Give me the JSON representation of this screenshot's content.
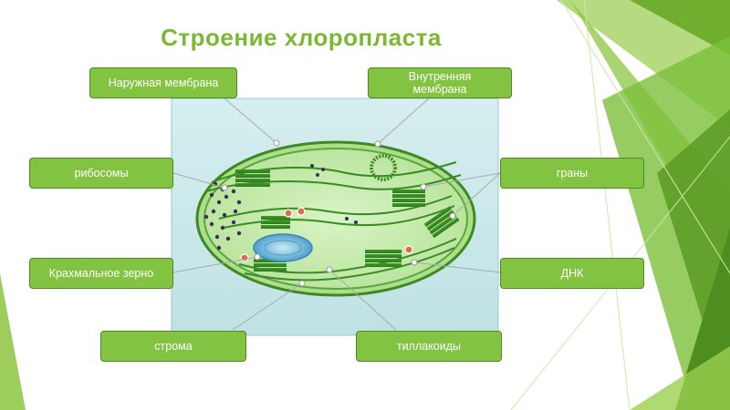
{
  "slide": {
    "title": "Строение хлоропласта"
  },
  "labels": {
    "outer_membrane": "Наружная мембрана",
    "inner_membrane": "Внутренняя мембрана",
    "ribosomes": "рибосомы",
    "grana": "граны",
    "starch_grain": "Крахмальное зерно",
    "dna": "ДНК",
    "stroma": "строма",
    "thylakoids": "тиллакоиды"
  },
  "colors": {
    "title": "#7cb832",
    "label_fill": "#82c341",
    "label_border": "#4f8a1e",
    "deco_green": "#8cc63f"
  }
}
